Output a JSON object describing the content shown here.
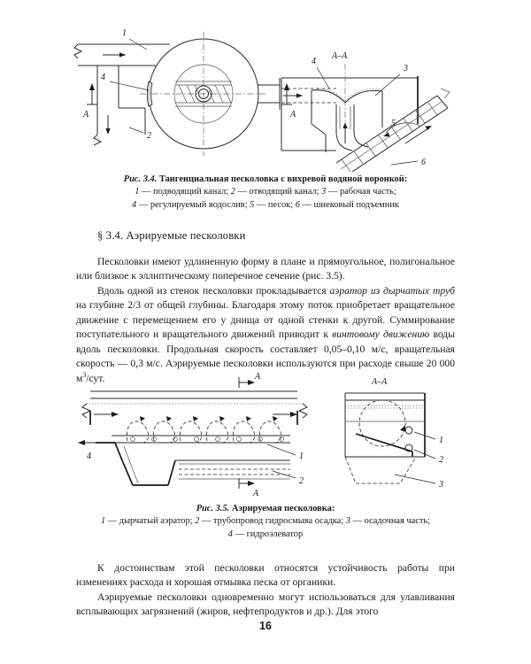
{
  "page": {
    "number": "16",
    "language": "ru"
  },
  "figure_34": {
    "caption_title_prefix": "Рис. 3.4.",
    "caption_title": "Тангенциальная песколовка с вихревой водяной воронкой:",
    "legend_line_1": [
      {
        "num": "1",
        "text": "подводящий канал"
      },
      {
        "num": "2",
        "text": "отводящий канал"
      },
      {
        "num": "3",
        "text": "рабочая часть"
      }
    ],
    "legend_line_2": [
      {
        "num": "4",
        "text": "регулируемый водослив"
      },
      {
        "num": "5",
        "text": "песок"
      },
      {
        "num": "6",
        "text": "шнековый подъемник"
      }
    ],
    "callouts": [
      "1",
      "2",
      "3",
      "4",
      "4",
      "5",
      "6"
    ],
    "section_marks": [
      "A",
      "A",
      "A–A"
    ]
  },
  "section": {
    "heading": "§ 3.4. Аэрируемые песколовки"
  },
  "body_1": {
    "p1": "Песколовки имеют удлиненную форму в плане и прямоугольное, полигональное или близкое к эллиптическому поперечное сечение (рис. 3.5).",
    "p2_a": "Вдоль одной из стенок песколовки прокладывается ",
    "p2_it1": "аэратор из дырчатых труб",
    "p2_b": " на глубине 2/3 от общей глубины. Благодаря этому поток приобретает вращательное движение с перемещением его у днища от одной стенки к другой. Суммирование поступательного и вращательного движений приводит к ",
    "p2_it2": "винтовому движению",
    "p2_c": " воды вдоль песколовки. Продольная скорость составляет 0,05–0,10 м/с, вращательная скорость — 0,3 м/с. Аэрируемые песколовки используются при расходе свыше 20 000 м",
    "p2_sup": "3",
    "p2_d": "/сут."
  },
  "figure_35": {
    "caption_title_prefix": "Рис. 3.5.",
    "caption_title": "Аэрируемая песколовка:",
    "legend_line_1": [
      {
        "num": "1",
        "text": "дырчатый аэратор"
      },
      {
        "num": "2",
        "text": "трубопровод гидросмыва осадка"
      },
      {
        "num": "3",
        "text": "осадочная часть"
      }
    ],
    "legend_line_2": [
      {
        "num": "4",
        "text": "гидроэлеватор"
      }
    ],
    "callouts": [
      "1",
      "2",
      "3",
      "4"
    ],
    "section_marks": [
      "A",
      "A",
      "A–A"
    ]
  },
  "body_2": {
    "p1": "К достоинствам этой песколовки относятся устойчивость работы при изменениях расхода и хорошая отмывка песка от органики.",
    "p2": "Аэрируемые песколовки одновременно могут использоваться для улавливания всплывающих загрязнений (жиров, нефтепродуктов и др.). Для этого"
  },
  "colors": {
    "ink": "#1a1a1a",
    "line": "#2b2b2b",
    "light_line": "#666666",
    "hatch_fill": "#d9d9d9",
    "paper": "#fefefe"
  }
}
